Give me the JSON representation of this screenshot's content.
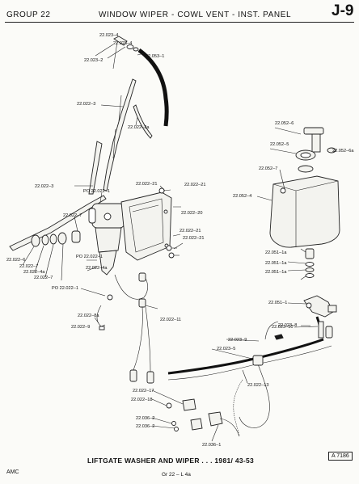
{
  "header": {
    "group": "GROUP 22",
    "title": "WINDOW WIPER - COWL VENT - INST. PANEL",
    "page_id": "J-9"
  },
  "caption": "LIFTGATE WASHER AND WIPER . . . 1981/ 43-53",
  "figure_no": "A 7186",
  "footer": {
    "left": "AMC",
    "center": "Gr 22 – L 4a"
  },
  "callouts": [
    "22.023–4",
    "22.023–4",
    "22.053–1",
    "22.023–2",
    "22.022–3",
    "22.022–2a",
    "22.022–3",
    "PO 22.022–1",
    "22.022–21",
    "22.022–21",
    "22.022–20",
    "22.022–7",
    "22.022–6",
    "22.022–7",
    "22.022–4a",
    "22.022–7",
    "PO 22.022–1",
    "22.022–4a",
    "PO 22.022–1",
    "22.022–21",
    "22.022–21",
    "22.022–11",
    "22.022–8a",
    "22.022–9",
    "22.052–6",
    "22.052–5",
    "22.052–6a",
    "22.052–7",
    "22.052–4",
    "22.051–1a",
    "22.051–1a",
    "22.051–1a",
    "22.051–1",
    "22.023–10",
    "22.023–8",
    "22.023–9",
    "22.023–5",
    "22.022–13",
    "22.022–17",
    "22.022–18",
    "22.036–2",
    "22.036–2",
    "22.036–1"
  ]
}
